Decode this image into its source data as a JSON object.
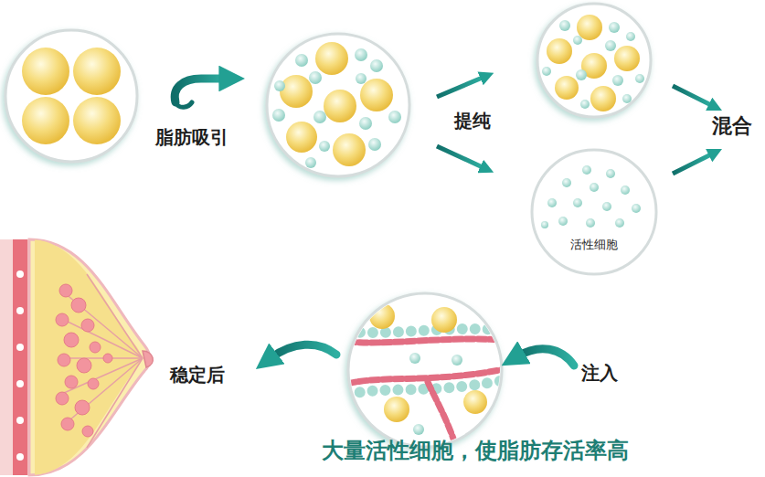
{
  "diagram": {
    "caption": "大量活性细胞，使脂肪存活率高",
    "nodes": [
      {
        "text": [
          "活性细胞"
        ]
      }
    ],
    "labels": [
      "脂肪吸引",
      "提纯",
      "混合",
      "稳定后",
      "注入"
    ]
  }
}
